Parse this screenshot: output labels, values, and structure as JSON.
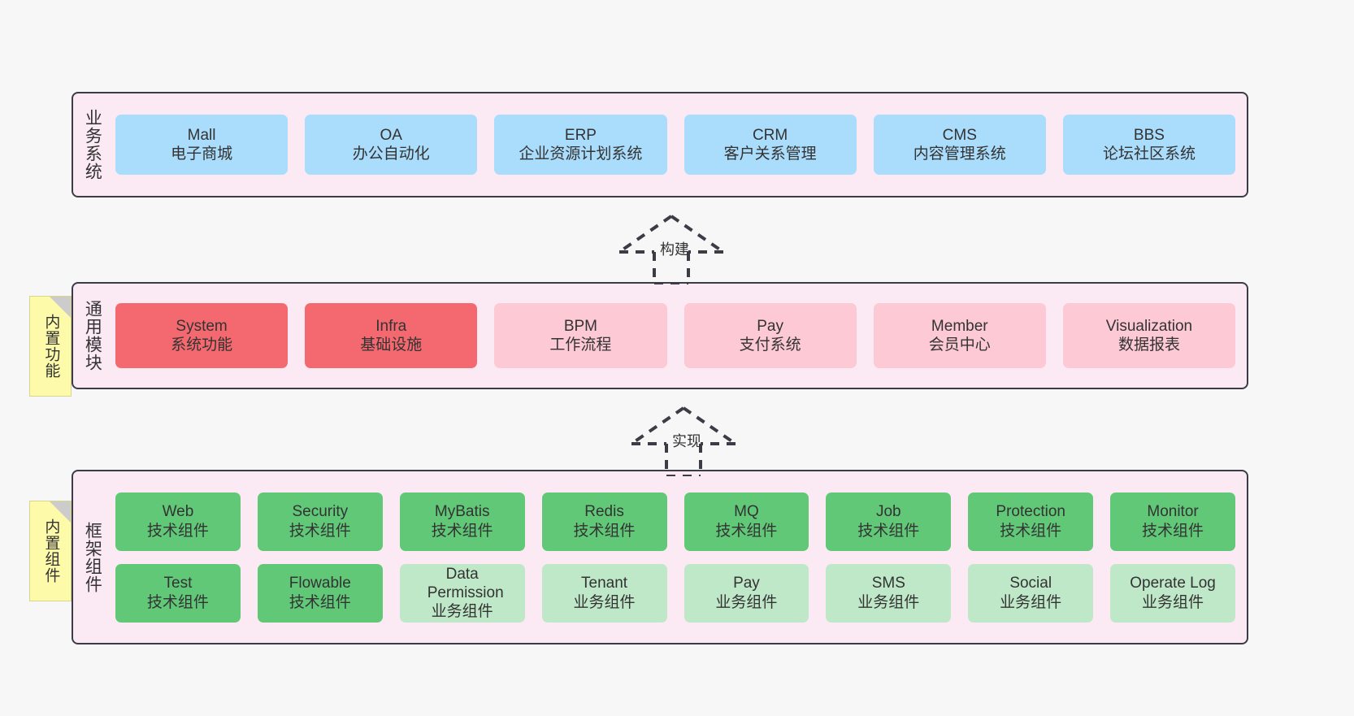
{
  "diagram": {
    "title": "",
    "background": "#f7f7f7",
    "colors": {
      "band_fill": "#fbeaf4",
      "band_border": "#3c3c46",
      "business": "#aadcfb",
      "module_core": "#f4696f",
      "module_plain": "#fcc9d4",
      "tech_component": "#61c878",
      "biz_component": "#bfe8c8",
      "note_fill": "#fdfaaa",
      "note_fold": "#cccccc",
      "arrow_stroke": "#3c3c46"
    }
  },
  "layers": [
    {
      "id": "business",
      "label": "业务系统",
      "rows": [
        {
          "cards": [
            {
              "name": "Mall",
              "desc": "电子商城",
              "style": "blue"
            },
            {
              "name": "OA",
              "desc": "办公自动化",
              "style": "blue"
            },
            {
              "name": "ERP",
              "desc": "企业资源计划系统",
              "style": "blue"
            },
            {
              "name": "CRM",
              "desc": "客户关系管理",
              "style": "blue"
            },
            {
              "name": "CMS",
              "desc": "内容管理系统",
              "style": "blue"
            },
            {
              "name": "BBS",
              "desc": "论坛社区系统",
              "style": "blue"
            }
          ]
        }
      ]
    },
    {
      "id": "modules",
      "label": "通用模块",
      "note": "内置功能",
      "rows": [
        {
          "cards": [
            {
              "name": "System",
              "desc": "系统功能",
              "style": "red"
            },
            {
              "name": "Infra",
              "desc": "基础设施",
              "style": "red"
            },
            {
              "name": "BPM",
              "desc": "工作流程",
              "style": "pink"
            },
            {
              "name": "Pay",
              "desc": "支付系统",
              "style": "pink"
            },
            {
              "name": "Member",
              "desc": "会员中心",
              "style": "pink"
            },
            {
              "name": "Visualization",
              "desc": "数据报表",
              "style": "pink"
            }
          ]
        }
      ]
    },
    {
      "id": "framework",
      "label": "框架组件",
      "note": "内置组件",
      "rows": [
        {
          "cards": [
            {
              "name": "Web",
              "desc": "技术组件",
              "style": "green"
            },
            {
              "name": "Security",
              "desc": "技术组件",
              "style": "green"
            },
            {
              "name": "MyBatis",
              "desc": "技术组件",
              "style": "green"
            },
            {
              "name": "Redis",
              "desc": "技术组件",
              "style": "green"
            },
            {
              "name": "MQ",
              "desc": "技术组件",
              "style": "green"
            },
            {
              "name": "Job",
              "desc": "技术组件",
              "style": "green"
            },
            {
              "name": "Protection",
              "desc": "技术组件",
              "style": "green"
            },
            {
              "name": "Monitor",
              "desc": "技术组件",
              "style": "green"
            }
          ]
        },
        {
          "cards": [
            {
              "name": "Test",
              "desc": "技术组件",
              "style": "green"
            },
            {
              "name": "Flowable",
              "desc": "技术组件",
              "style": "green"
            },
            {
              "name": "Data Permission",
              "desc": "业务组件",
              "style": "lgreen"
            },
            {
              "name": "Tenant",
              "desc": "业务组件",
              "style": "lgreen"
            },
            {
              "name": "Pay",
              "desc": "业务组件",
              "style": "lgreen"
            },
            {
              "name": "SMS",
              "desc": "业务组件",
              "style": "lgreen"
            },
            {
              "name": "Social",
              "desc": "业务组件",
              "style": "lgreen"
            },
            {
              "name": "Operate Log",
              "desc": "业务组件",
              "style": "lgreen"
            }
          ]
        }
      ]
    }
  ],
  "connectors": [
    {
      "id": "build",
      "label": "构建",
      "from": "modules",
      "to": "business",
      "style": "dashed-hollow-arrow-up"
    },
    {
      "id": "implement",
      "label": "实现",
      "from": "framework",
      "to": "modules",
      "style": "dashed-hollow-arrow-up"
    }
  ]
}
